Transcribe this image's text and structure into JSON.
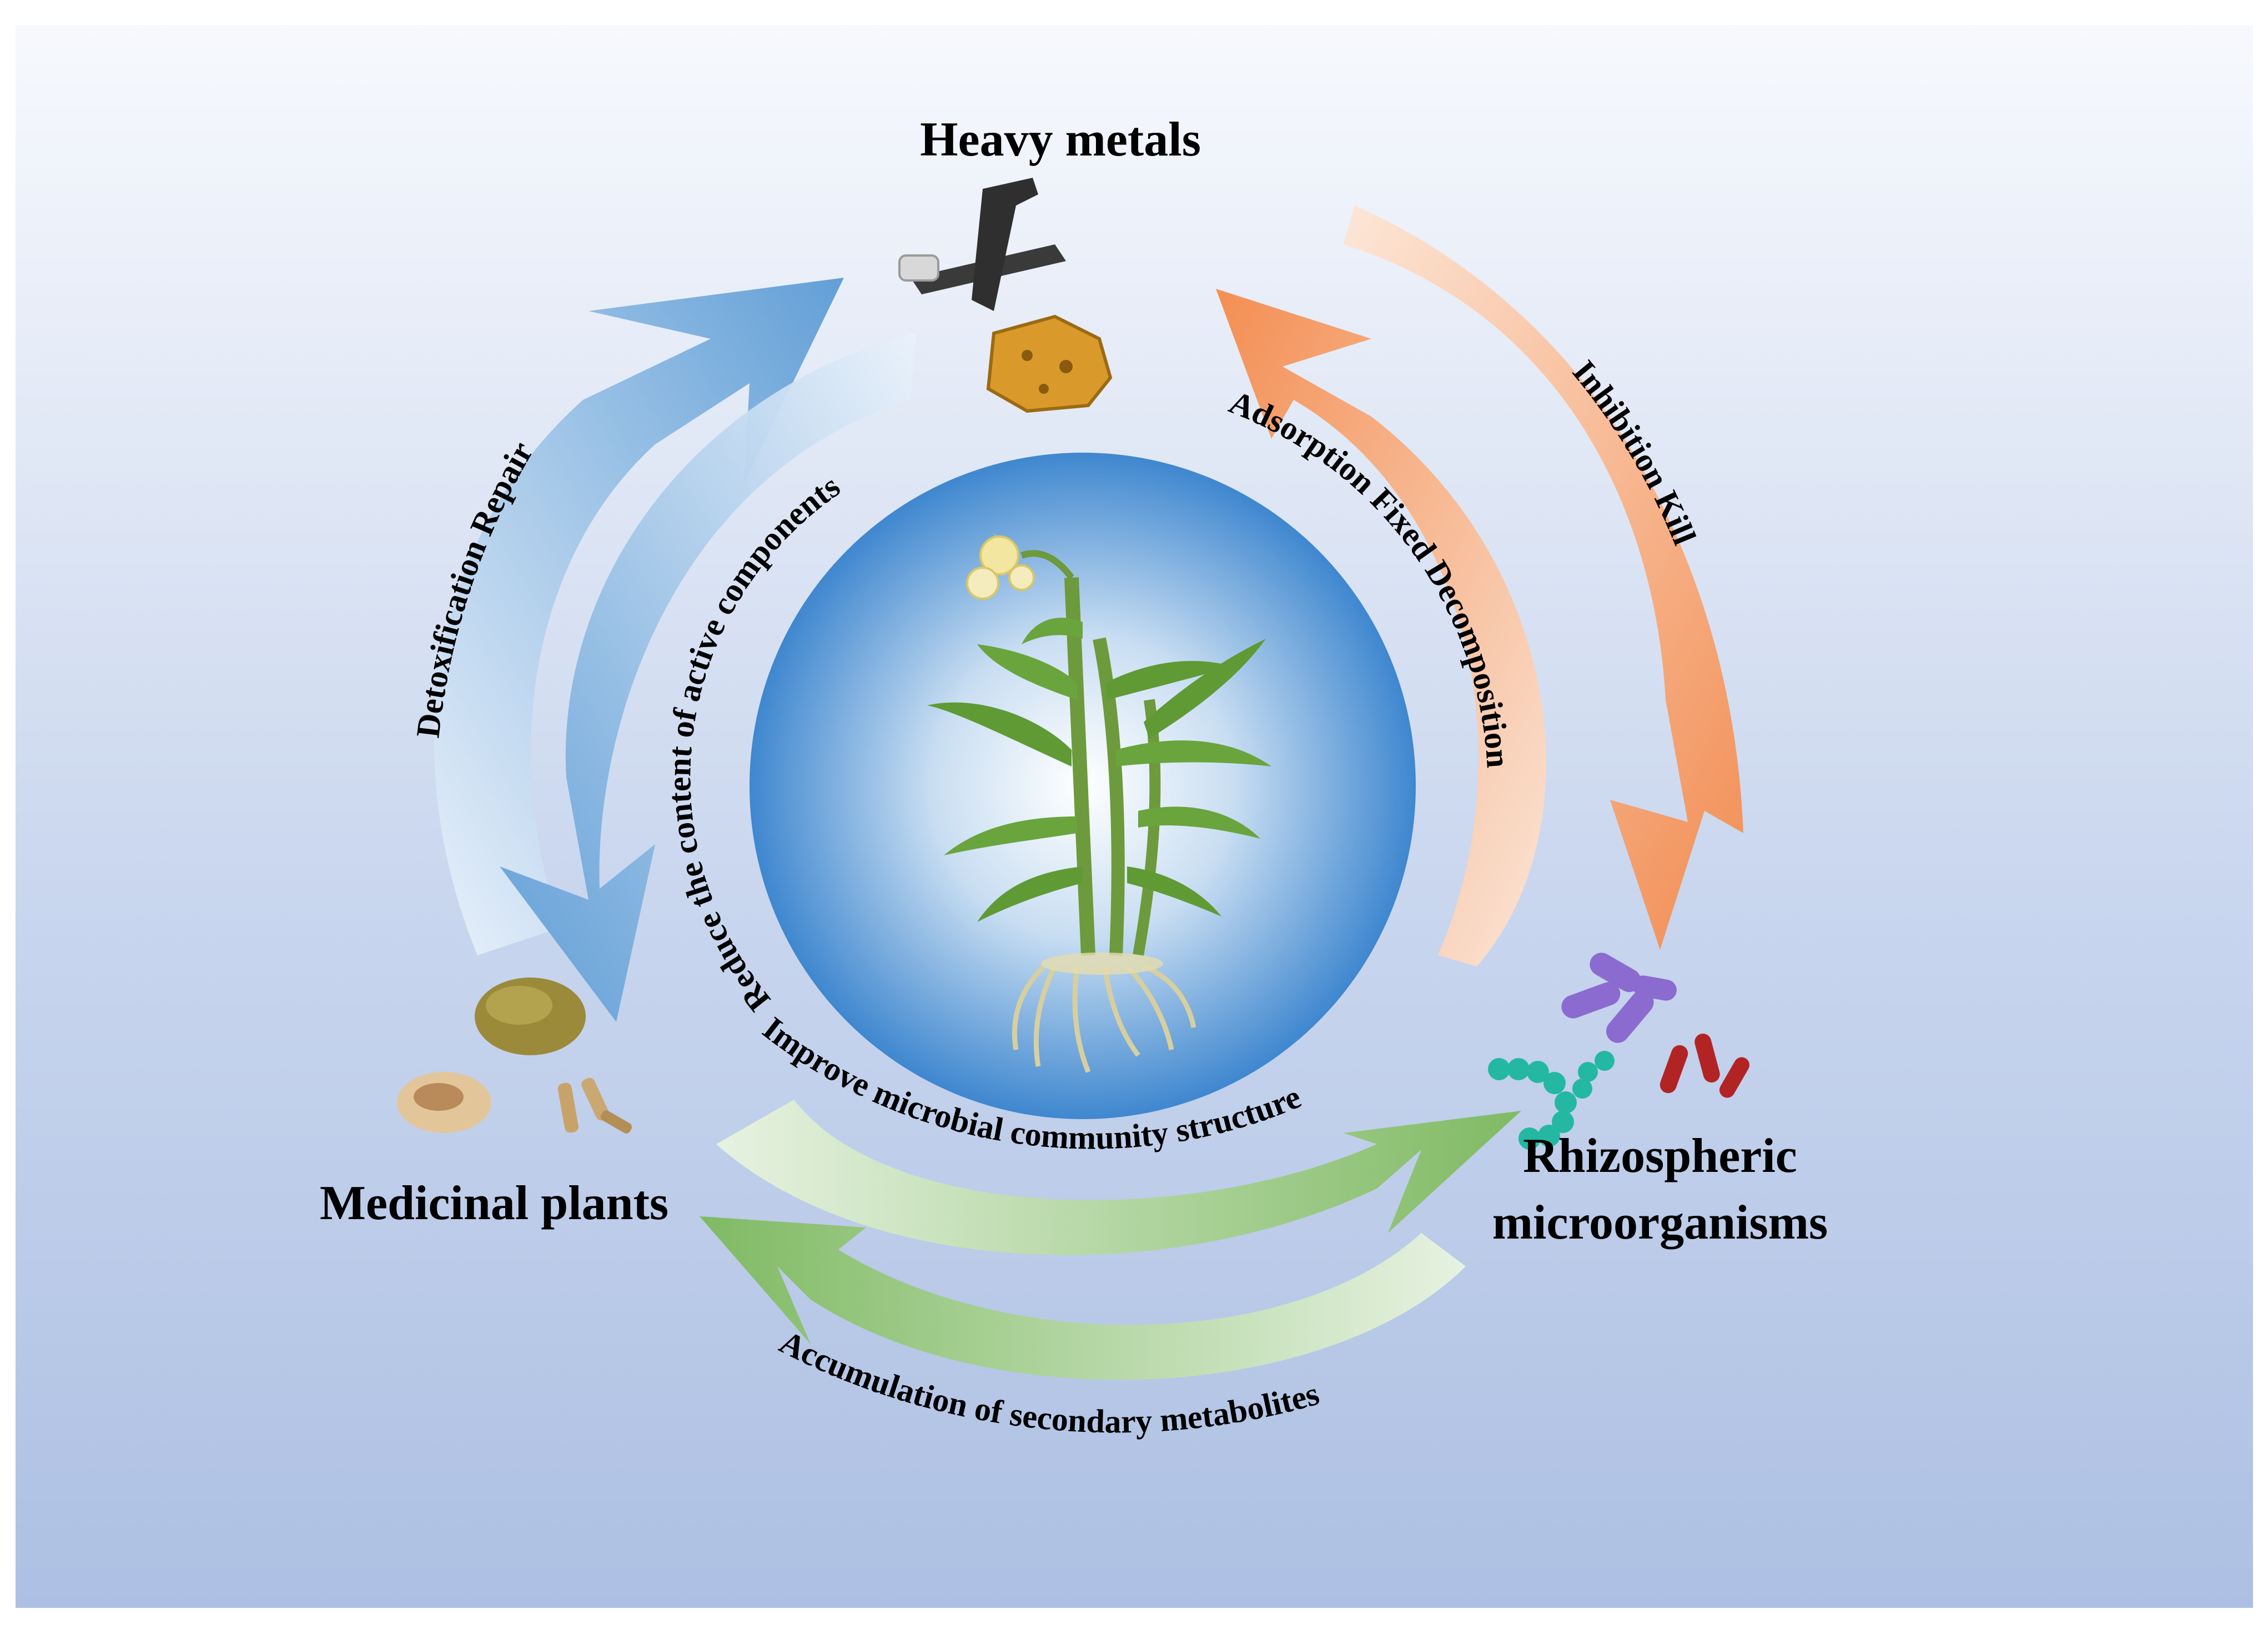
{
  "nodes": {
    "heavy_metals": "Heavy metals",
    "medicinal_plants": "Medicinal plants",
    "rhizo_line1": "Rhizospheric",
    "rhizo_line2": "microorganisms"
  },
  "arrow_labels": {
    "detox": "Detoxification Repair",
    "reduce": "Reduce the content of active components",
    "adsorption": "Adsorption  Fixed Decomposition",
    "inhibition": "Inhibition  Kill",
    "improve": "Improve microbial community structure",
    "accumulation": "Accumulation of secondary metabolites"
  },
  "colors": {
    "blue_arrow": "#5b9bd5",
    "orange_arrow": "#f4894a",
    "green_arrow": "#7cb95c",
    "background_top": "#f7f9fd",
    "background_bottom": "#adc0e3",
    "circle_center": "#ffffff",
    "circle_edge": "#3f87cf"
  },
  "icons": [
    "heavy-metal-rock-icon",
    "ore-rock-icon",
    "seed-pile-icon",
    "herb-slices-icon",
    "root-pieces-icon",
    "bacteria-cluster-icon",
    "orchid-plant-icon"
  ]
}
